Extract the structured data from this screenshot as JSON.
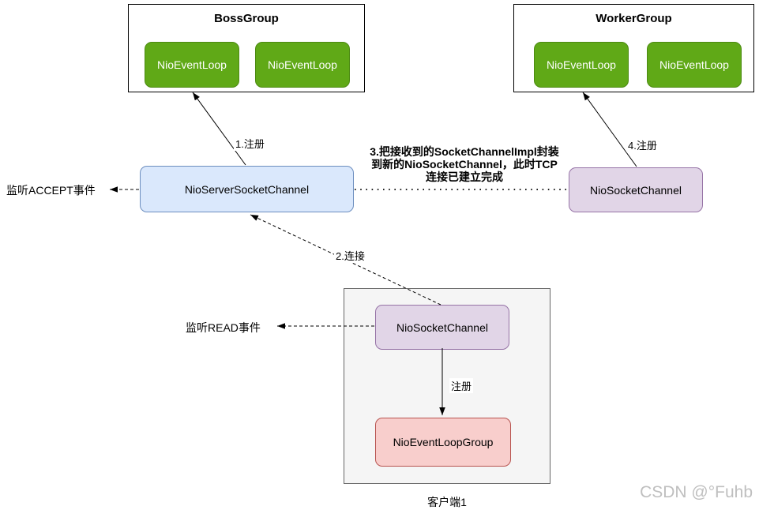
{
  "diagram": {
    "boss_group": {
      "title": "BossGroup",
      "event_loops": [
        "NioEventLoop",
        "NioEventLoop"
      ]
    },
    "worker_group": {
      "title": "WorkerGroup",
      "event_loops": [
        "NioEventLoop",
        "NioEventLoop"
      ]
    },
    "server_channel": {
      "label": "NioServerSocketChannel"
    },
    "worker_socket_channel": {
      "label": "NioSocketChannel"
    },
    "client": {
      "title": "客户端1",
      "socket_channel": "NioSocketChannel",
      "event_loop_group": "NioEventLoopGroup"
    },
    "labels": {
      "listen_accept": "监听ACCEPT事件",
      "listen_read": "监听READ事件",
      "step1": "1.注册",
      "step2": "2.连接",
      "step3_line1": "3.把接收到的SocketChannelImpl封装",
      "step3_line2": "到新的NioSocketChannel，此时TCP",
      "step3_line3": "连接已建立完成",
      "step4": "4.注册",
      "register": "注册"
    },
    "watermark": "CSDN @°Fuhb",
    "colors": {
      "event_loop_fill": "#60A917",
      "event_loop_border": "#4C8A12",
      "server_channel_fill": "#DAE8FC",
      "server_channel_border": "#6C8EBF",
      "socket_channel_fill": "#E1D5E7",
      "socket_channel_border": "#9673A6",
      "event_loop_group_fill": "#F8CECC",
      "event_loop_group_border": "#B85450",
      "client_fill": "#F5F5F5",
      "client_border": "#666666",
      "edge": "#000000",
      "watermark_text": "#BFBFBF"
    }
  }
}
